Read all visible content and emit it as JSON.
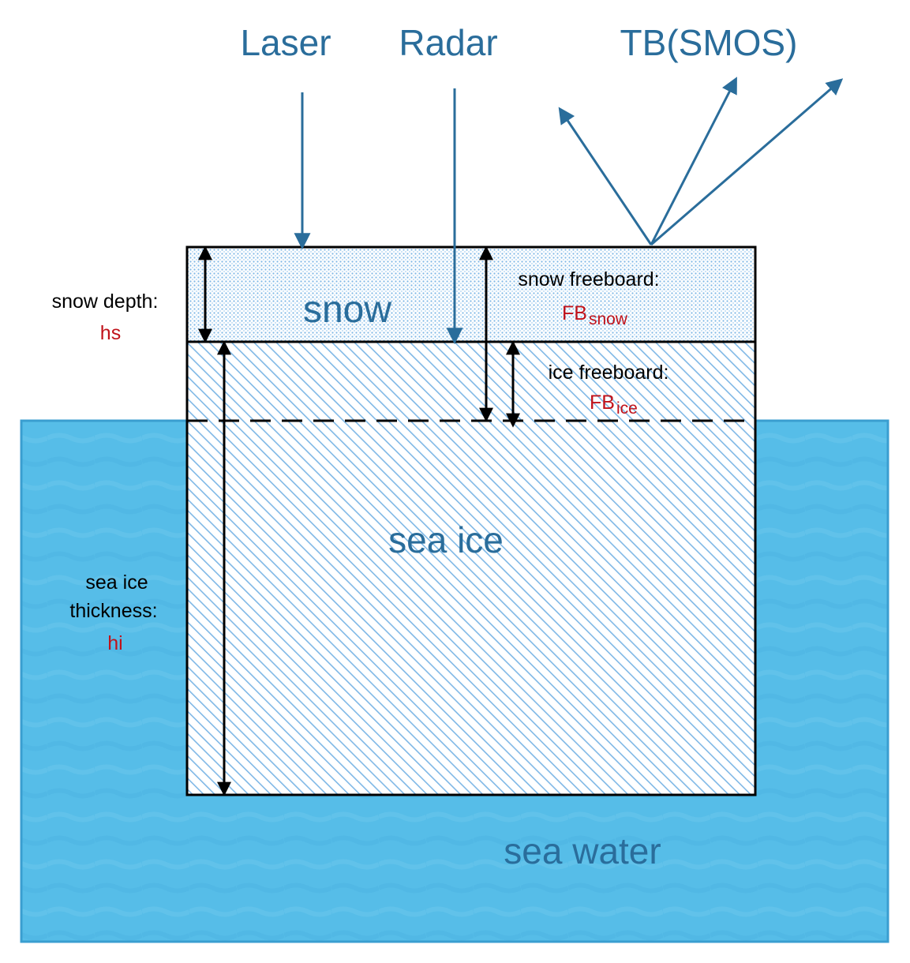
{
  "sensors": {
    "laser": "Laser",
    "radar": "Radar",
    "tb": "TB(SMOS)"
  },
  "layers": {
    "snow": "snow",
    "sea_ice": "sea ice",
    "sea_water": "sea water"
  },
  "measurements": {
    "snow_depth": {
      "label": "snow depth:",
      "symbol": "hs"
    },
    "snow_freeboard": {
      "label": "snow freeboard:",
      "symbol": "FB",
      "subscript": "snow"
    },
    "ice_freeboard": {
      "label": "ice freeboard:",
      "symbol": "FB",
      "subscript": "ice"
    },
    "ice_thickness": {
      "label_line1": "sea ice",
      "label_line2": "thickness:",
      "symbol": "hi"
    }
  },
  "colors": {
    "water": "#56bde8",
    "water_border": "#3a9ed0",
    "arrow_blue": "#2a6d9b",
    "hatch": "#7fb8e6",
    "snow_dots": "#7fb8e6",
    "variable_red": "#c0121a"
  }
}
